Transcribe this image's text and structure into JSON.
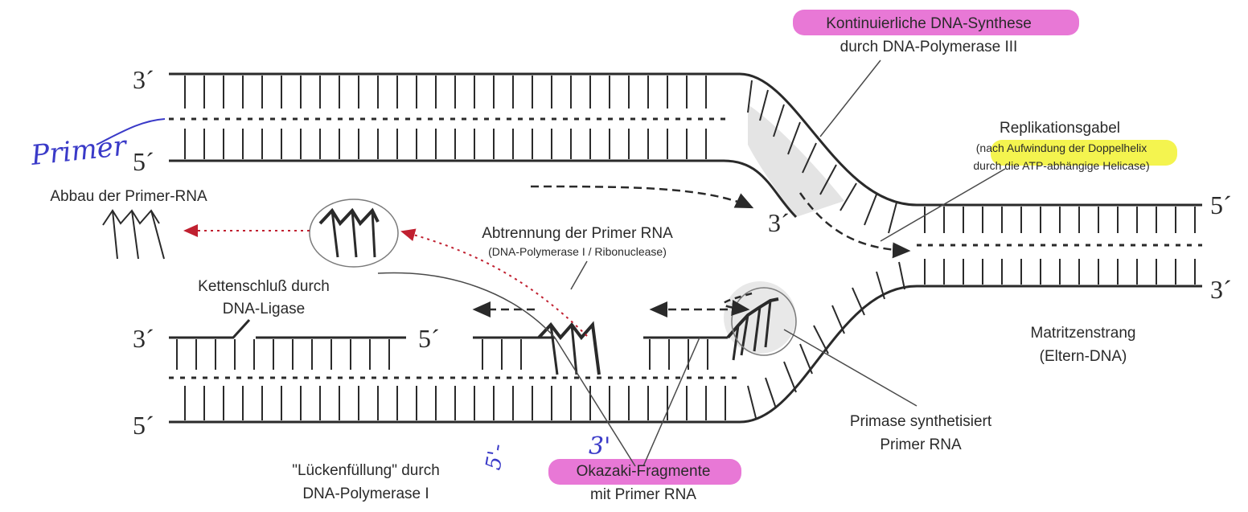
{
  "colors": {
    "ink": "#2a2a2a",
    "pink_highlight": "#e04bc8",
    "yellow_highlight": "#f2f230",
    "handwriting_blue": "#3a3ac8",
    "arrow_red": "#c02030",
    "shade": "#d9d9d9"
  },
  "labels": {
    "kontinuierliche_title": "Kontinuierliche DNA-Synthese",
    "kontinuierliche_sub": "durch DNA-Polymerase III",
    "gabel_title": "Replikationsgabel",
    "gabel_sub1": "(nach Aufwindung der Doppelhelix",
    "gabel_sub2_prefix": "durch die ",
    "gabel_sub2_highlight": "ATP-abhängige Helicase",
    "gabel_sub2_suffix": ")",
    "abbau": "Abbau der Primer-RNA",
    "abtrennung_title": "Abtrennung der Primer RNA",
    "abtrennung_sub": "(DNA-Polymerase I / Ribonuclease)",
    "ketten_line1": "Kettenschluß durch",
    "ketten_line2": "DNA-Ligase",
    "matritzen_line1": "Matritzenstrang",
    "matritzen_line2": "(Eltern-DNA)",
    "primase_line1": "Primase synthetisiert",
    "primase_line2": "Primer RNA",
    "luecken_line1": "\"Lückenfüllung\" durch",
    "luecken_line2": "DNA-Polymerase I",
    "okazaki_line1": "Okazaki-Fragmente",
    "okazaki_line2": "mit Primer RNA"
  },
  "ends": {
    "top_left_3": "3´",
    "top_left_5": "5´",
    "right_5": "5´",
    "right_3": "3´",
    "mid_3": "3´",
    "bottom_left_3": "3´",
    "bottom_left_5": "5´",
    "fragment_5": "5´"
  },
  "handwriting": {
    "primer_note": "Primer",
    "note_a": "5'-",
    "note_b": "3'"
  }
}
